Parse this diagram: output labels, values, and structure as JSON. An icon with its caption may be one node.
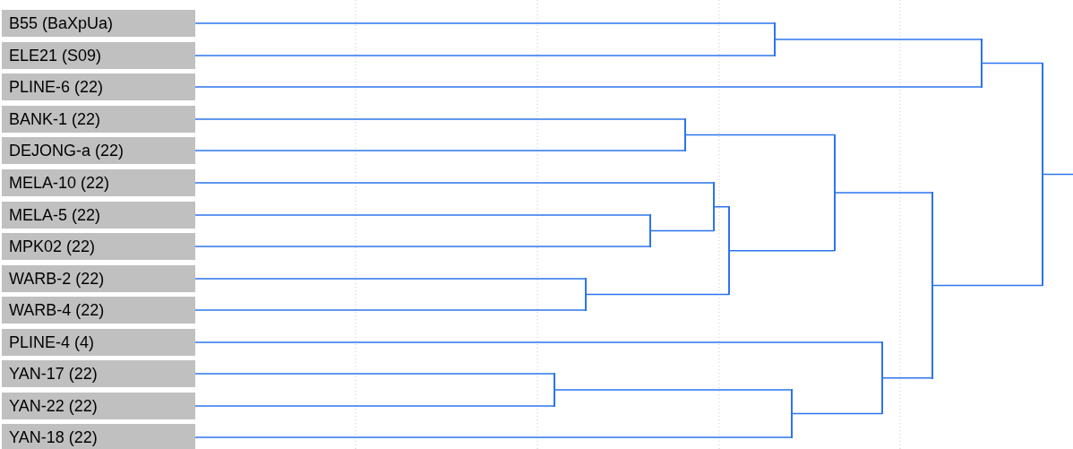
{
  "diagram": {
    "nodes": [
      {
        "text": [
          "B55 (BaXpUa)"
        ]
      },
      {
        "text": [
          "ELE21 (S09)"
        ]
      },
      {
        "text": [
          "PLINE-6 (22)"
        ]
      },
      {
        "text": [
          "BANK-1 (22)"
        ]
      },
      {
        "text": [
          "DEJONG-a (22)"
        ]
      },
      {
        "text": [
          "MELA-10 (22)"
        ]
      },
      {
        "text": [
          "MELA-5 (22)"
        ]
      },
      {
        "text": [
          "MPK02 (22)"
        ]
      },
      {
        "text": [
          "WARB-2 (22)"
        ]
      },
      {
        "text": [
          "WARB-4 (22)"
        ]
      },
      {
        "text": [
          "PLINE-4 (4)"
        ]
      },
      {
        "text": [
          "YAN-17 (22)"
        ]
      },
      {
        "text": [
          "YAN-22 (22)"
        ]
      },
      {
        "text": [
          "YAN-18 (22)"
        ]
      },
      {
        "text": [],
        "shape": "bar"
      },
      {
        "text": [],
        "shape": "bar"
      },
      {
        "text": [],
        "shape": "bar"
      },
      {
        "text": [],
        "shape": "bar"
      },
      {
        "text": [],
        "shape": "bar"
      },
      {
        "text": [],
        "shape": "bar"
      },
      {
        "text": [],
        "shape": "bar"
      },
      {
        "text": [],
        "shape": "bar"
      },
      {
        "text": [],
        "shape": "bar"
      },
      {
        "text": [],
        "shape": "bar"
      },
      {
        "text": [],
        "shape": "bar"
      },
      {
        "text": [],
        "shape": "bar"
      },
      {
        "text": [],
        "shape": "bar"
      }
    ],
    "edges": [
      {
        "from": 0,
        "to": 14,
        "arrow": "none"
      },
      {
        "from": 1,
        "to": 14,
        "arrow": "none"
      },
      {
        "from": 14,
        "to": 15,
        "arrow": "none"
      },
      {
        "from": 2,
        "to": 15,
        "arrow": "none"
      },
      {
        "from": 3,
        "to": 16,
        "arrow": "none"
      },
      {
        "from": 4,
        "to": 16,
        "arrow": "none"
      },
      {
        "from": 6,
        "to": 17,
        "arrow": "none"
      },
      {
        "from": 7,
        "to": 17,
        "arrow": "none"
      },
      {
        "from": 5,
        "to": 18,
        "arrow": "none"
      },
      {
        "from": 17,
        "to": 18,
        "arrow": "none"
      },
      {
        "from": 8,
        "to": 19,
        "arrow": "none"
      },
      {
        "from": 9,
        "to": 19,
        "arrow": "none"
      },
      {
        "from": 18,
        "to": 20,
        "arrow": "none"
      },
      {
        "from": 19,
        "to": 20,
        "arrow": "none"
      },
      {
        "from": 16,
        "to": 21,
        "arrow": "none"
      },
      {
        "from": 20,
        "to": 21,
        "arrow": "none"
      },
      {
        "from": 11,
        "to": 22,
        "arrow": "none"
      },
      {
        "from": 12,
        "to": 22,
        "arrow": "none"
      },
      {
        "from": 22,
        "to": 23,
        "arrow": "none"
      },
      {
        "from": 13,
        "to": 23,
        "arrow": "none"
      },
      {
        "from": 10,
        "to": 24,
        "arrow": "none"
      },
      {
        "from": 23,
        "to": 24,
        "arrow": "none"
      },
      {
        "from": 21,
        "to": 25,
        "arrow": "none"
      },
      {
        "from": 24,
        "to": 25,
        "arrow": "none"
      },
      {
        "from": 15,
        "to": 26,
        "arrow": "none"
      },
      {
        "from": 25,
        "to": 26,
        "arrow": "none"
      },
      {
        "from": 26,
        "to": null,
        "arrow": "none"
      }
    ]
  }
}
